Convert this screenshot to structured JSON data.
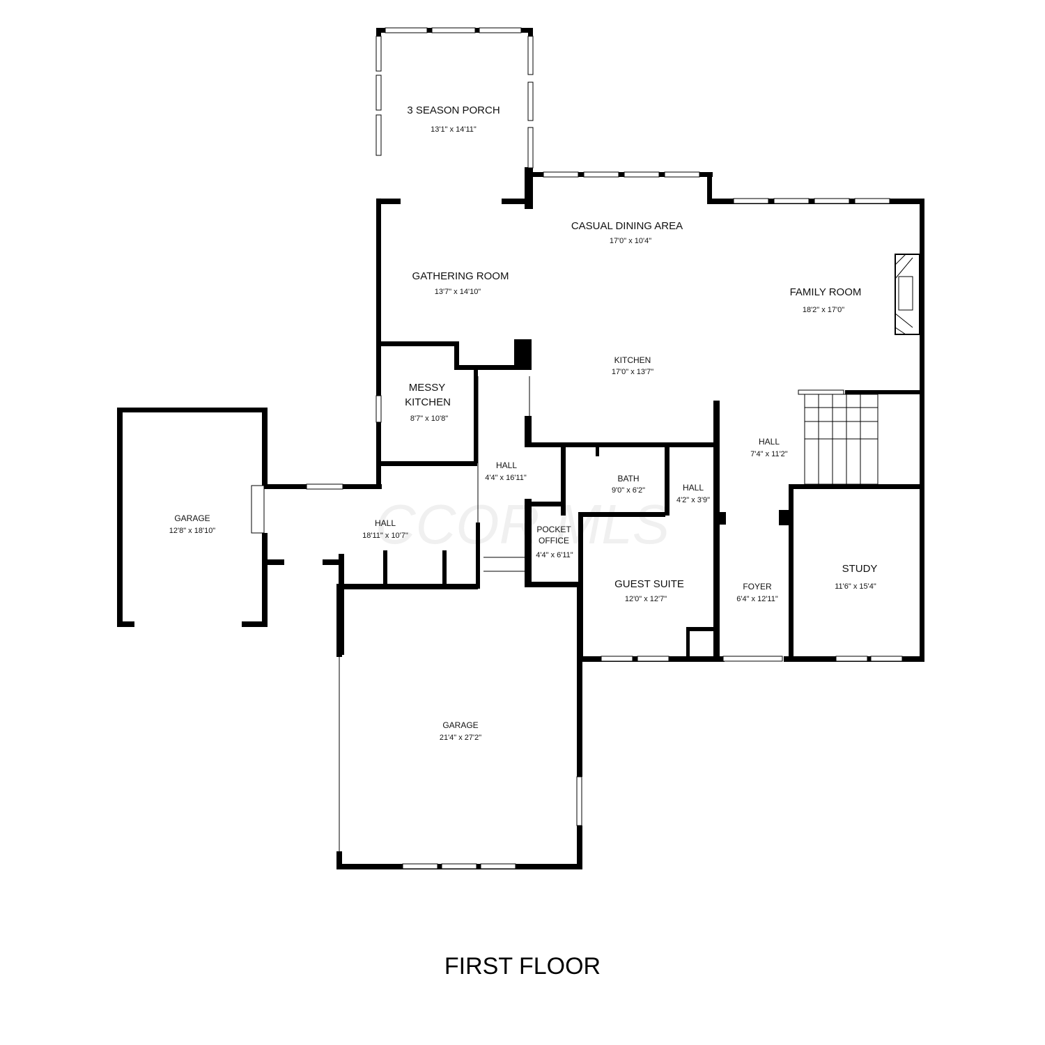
{
  "floor_title": "FIRST FLOOR",
  "watermark": "CCOR MLS",
  "colors": {
    "wall": "#000000",
    "background": "#ffffff",
    "label": "#111111"
  },
  "rooms": {
    "season_porch": {
      "name": "3 SEASON PORCH",
      "size": "13'1\" x 14'11\""
    },
    "casual_dining": {
      "name": "CASUAL DINING AREA",
      "size": "17'0\" x 10'4\""
    },
    "gathering_room": {
      "name": "GATHERING ROOM",
      "size": "13'7\" x 14'10\""
    },
    "family_room": {
      "name": "FAMILY ROOM",
      "size": "18'2\" x 17'0\""
    },
    "kitchen": {
      "name": "KITCHEN",
      "size": "17'0\" x 13'7\""
    },
    "messy_kitchen": {
      "name_line1": "MESSY",
      "name_line2": "KITCHEN",
      "size": "8'7\" x 10'8\""
    },
    "hall_upper": {
      "name": "HALL",
      "size": "7'4\" x 11'2\""
    },
    "hall_center": {
      "name": "HALL",
      "size": "4'4\" x 16'11\""
    },
    "bath": {
      "name": "BATH",
      "size": "9'0\" x 6'2\""
    },
    "hall_small": {
      "name": "HALL",
      "size": "4'2\" x 3'9\""
    },
    "garage_small": {
      "name": "GARAGE",
      "size": "12'8\" x 18'10\""
    },
    "hall_lower": {
      "name": "HALL",
      "size": "18'11\" x 10'7\""
    },
    "pocket_office": {
      "name_line1": "POCKET",
      "name_line2": "OFFICE",
      "size": "4'4\" x 6'11\""
    },
    "guest_suite": {
      "name": "GUEST SUITE",
      "size": "12'0\" x 12'7\""
    },
    "foyer": {
      "name": "FOYER",
      "size": "6'4\" x 12'11\""
    },
    "study": {
      "name": "STUDY",
      "size": "11'6\" x 15'4\""
    },
    "garage_large": {
      "name": "GARAGE",
      "size": "21'4\" x 27'2\""
    }
  }
}
